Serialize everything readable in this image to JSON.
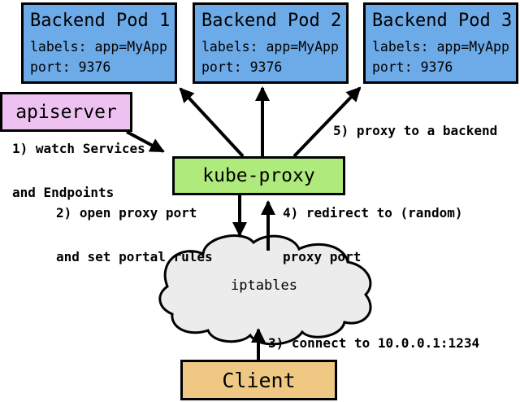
{
  "pods": [
    {
      "title": "Backend Pod 1",
      "labels": "labels: app=MyApp",
      "port": "port: 9376"
    },
    {
      "title": "Backend Pod 2",
      "labels": "labels: app=MyApp",
      "port": "port: 9376"
    },
    {
      "title": "Backend Pod 3",
      "labels": "labels: app=MyApp",
      "port": "port: 9376"
    }
  ],
  "nodes": {
    "apiserver": "apiserver",
    "kube_proxy": "kube-proxy",
    "iptables": "iptables",
    "client": "Client"
  },
  "annotations": {
    "step1_line1": "1) watch Services",
    "step1_line2": "and Endpoints",
    "step2_line1": "2) open proxy port",
    "step2_line2": "and set portal rules",
    "step3": "3) connect to 10.0.0.1:1234",
    "step4_line1": "4) redirect to (random)",
    "step4_line2": "proxy port",
    "step5": "5) proxy to a backend"
  },
  "colors": {
    "pod_fill": "#6DAAE8",
    "apiserver_fill": "#EEC2F0",
    "kube_proxy_fill": "#AFEA7C",
    "client_fill": "#EFC983",
    "cloud_fill": "#ECECEC",
    "line": "#000000"
  }
}
